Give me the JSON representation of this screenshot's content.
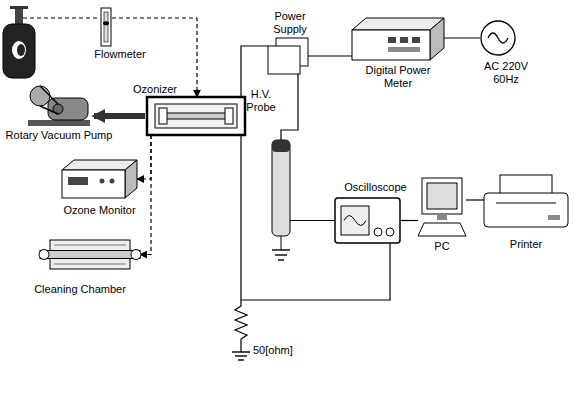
{
  "diagram": {
    "nodes": [
      {
        "text": [
          "Flowmeter"
        ]
      },
      {
        "text": [
          "Ozonizer"
        ]
      },
      {
        "text": [
          "Rotary Vacuum Pump"
        ]
      },
      {
        "text": [
          "Ozone Monitor"
        ]
      },
      {
        "text": [
          "Cleaning Chamber"
        ]
      },
      {
        "text": [
          "Power Supply"
        ]
      },
      {
        "text": [
          "Digital Power Meter"
        ]
      },
      {
        "text": [
          "AC 220V 60Hz"
        ]
      },
      {
        "text": [
          "H.V. Probe"
        ]
      },
      {
        "text": [
          "Oscilloscope"
        ]
      },
      {
        "text": [
          "PC"
        ]
      },
      {
        "text": [
          "Printer"
        ]
      }
    ],
    "edges": [
      {
        "from": 0,
        "to": 1,
        "arrow": "to"
      },
      {
        "from": 1,
        "to": 2,
        "arrow": "to"
      },
      {
        "from": 1,
        "to": 3,
        "arrow": "to"
      },
      {
        "from": 1,
        "to": 4,
        "arrow": "to"
      },
      {
        "from": 6,
        "to": 5,
        "arrow": "none"
      },
      {
        "from": 7,
        "to": 6,
        "arrow": "none"
      },
      {
        "from": 5,
        "to": 1,
        "arrow": "none"
      },
      {
        "from": 5,
        "to": 8,
        "arrow": "none"
      },
      {
        "from": 8,
        "to": 9,
        "arrow": "none"
      },
      {
        "from": 9,
        "to": 10,
        "arrow": "none"
      },
      {
        "from": 10,
        "to": 11,
        "arrow": "none"
      }
    ],
    "labels": [
      "50[ohm]"
    ]
  }
}
